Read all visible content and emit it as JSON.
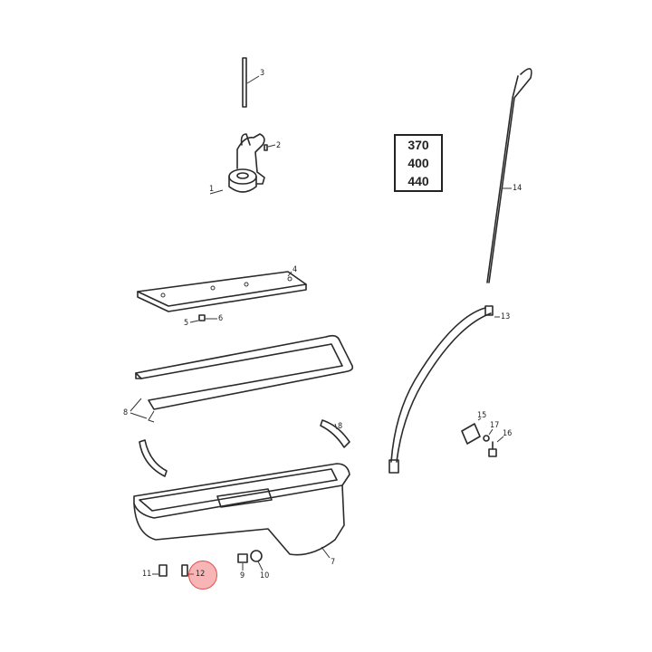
{
  "diagram": {
    "engine_sizes": [
      "370",
      "400",
      "440"
    ],
    "callouts": [
      {
        "id": "1",
        "part": "oil-pump"
      },
      {
        "id": "2",
        "part": "pump-bolt"
      },
      {
        "id": "3",
        "part": "pump-drive-shaft"
      },
      {
        "id": "4",
        "part": "windage-tray"
      },
      {
        "id": "5",
        "part": "tray-stud"
      },
      {
        "id": "6",
        "part": "tray-nut"
      },
      {
        "id": "8",
        "part": "pan-gasket-side"
      },
      {
        "id": "8",
        "part": "pan-gasket-end"
      },
      {
        "id": "7",
        "part": "oil-pan"
      },
      {
        "id": "9",
        "part": "drain-plug"
      },
      {
        "id": "10",
        "part": "drain-plug-gasket"
      },
      {
        "id": "11",
        "part": "pan-bolt"
      },
      {
        "id": "12",
        "part": "pan-bolt-small"
      },
      {
        "id": "13",
        "part": "dipstick-tube"
      },
      {
        "id": "14",
        "part": "dipstick"
      },
      {
        "id": "15",
        "part": "tube-bracket"
      },
      {
        "id": "16",
        "part": "bracket-bolt"
      },
      {
        "id": "17",
        "part": "bracket-washer"
      }
    ],
    "selected_callout": "12",
    "highlight_color": "#f05a5a"
  }
}
